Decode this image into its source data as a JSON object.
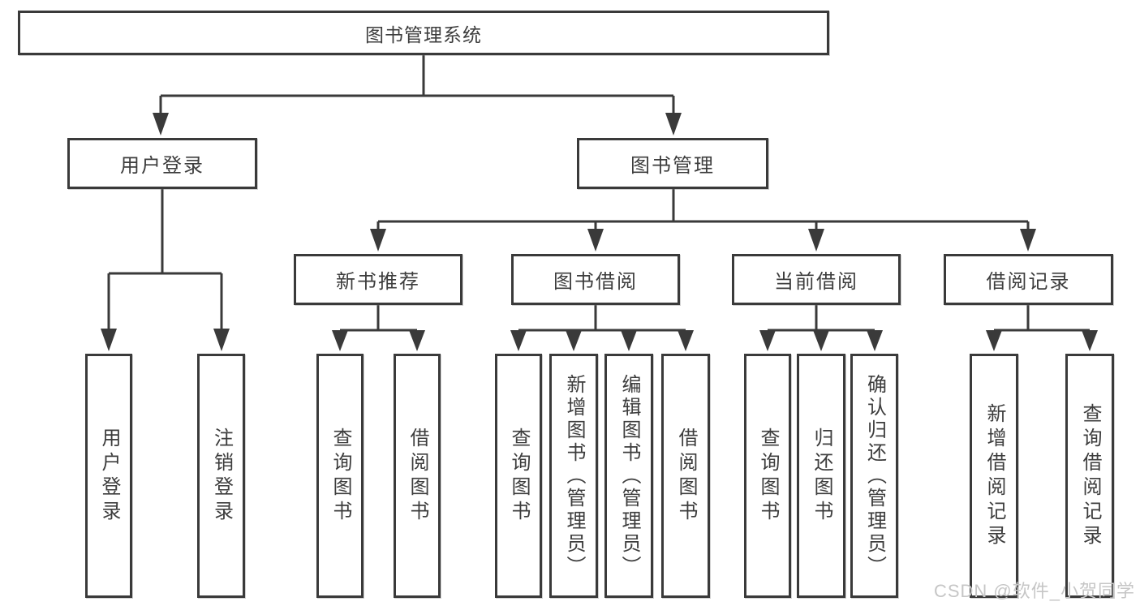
{
  "diagram": {
    "type": "hierarchy-tree",
    "root": {
      "label": "图书管理系统",
      "children": [
        {
          "label": "用户登录",
          "children": [
            {
              "label": "用户登录"
            },
            {
              "label": "注销登录"
            }
          ]
        },
        {
          "label": "图书管理",
          "children": [
            {
              "label": "新书推荐",
              "children": [
                {
                  "label": "查询图书"
                },
                {
                  "label": "借阅图书"
                }
              ]
            },
            {
              "label": "图书借阅",
              "children": [
                {
                  "label": "查询图书"
                },
                {
                  "label": "新增图书（管理员）"
                },
                {
                  "label": "编辑图书（管理员）"
                },
                {
                  "label": "借阅图书"
                }
              ]
            },
            {
              "label": "当前借阅",
              "children": [
                {
                  "label": "查询图书"
                },
                {
                  "label": "归还图书"
                },
                {
                  "label": "确认归还（管理员）"
                }
              ]
            },
            {
              "label": "借阅记录",
              "children": [
                {
                  "label": "新增借阅记录"
                },
                {
                  "label": "查询借阅记录"
                }
              ]
            }
          ]
        }
      ]
    }
  },
  "watermark": "CSDN @软件_小贺同学",
  "colors": {
    "line": "#3a3a3a",
    "border": "#3a3a3a",
    "text": "#3d3d3d",
    "background": "#ffffff",
    "watermark": "#c6c6c6"
  }
}
